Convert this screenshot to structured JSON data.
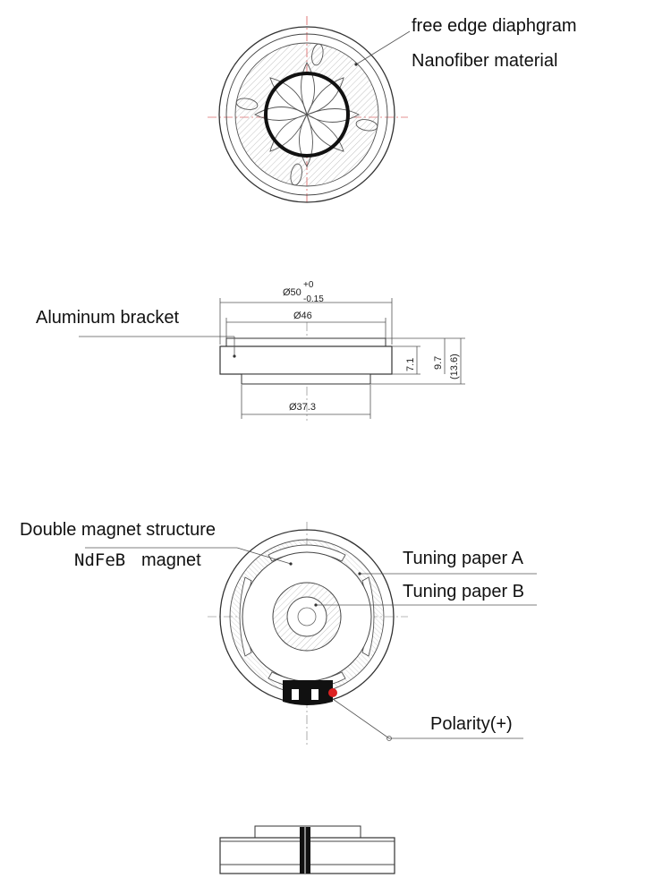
{
  "labels": {
    "diaphragm": "free edge diaphgram",
    "material": "Nanofiber material",
    "bracket": "Aluminum bracket",
    "double_magnet": "Double magnet structure",
    "ndfeb": "NdFeB",
    "magnet": "magnet",
    "paper_a": "Tuning paper A",
    "paper_b": "Tuning paper B",
    "polarity": "Polarity(+)"
  },
  "dimensions": {
    "outer_diameter": "Ø50",
    "tol_plus": "+0",
    "tol_minus": "-0.15",
    "inner_diameter": "Ø46",
    "base_diameter": "Ø37.3",
    "h1": "7.1",
    "h2": "9.7",
    "h3": "(13.6)"
  },
  "colors": {
    "line": "#333333",
    "centerline": "#cc2222",
    "hatch": "#999999",
    "terminal": "#111111",
    "polarity_dot": "#dd2222"
  }
}
